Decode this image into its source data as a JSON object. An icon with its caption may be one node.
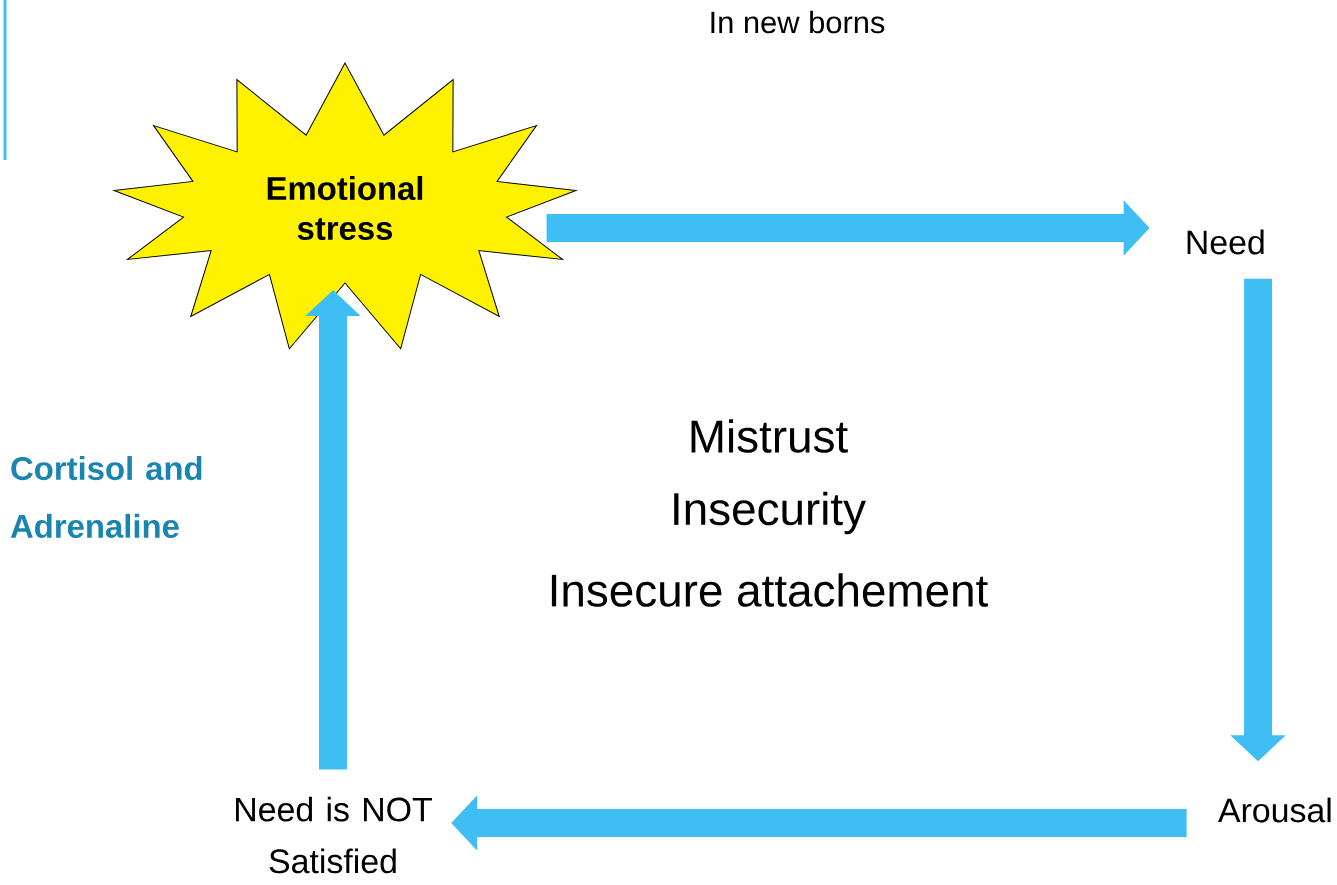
{
  "diagram": {
    "title": "In new borns",
    "nodes": [
      {
        "text": [
          "Emotional stress"
        ]
      },
      {
        "text": [
          "Need"
        ]
      },
      {
        "text": [
          "Arousal"
        ]
      },
      {
        "text": [
          "Need is NOT Satisfied"
        ]
      }
    ],
    "edges": [
      {
        "from": 0,
        "to": 1,
        "arrow": "to"
      },
      {
        "from": 1,
        "to": 2,
        "arrow": "to"
      },
      {
        "from": 2,
        "to": 3,
        "arrow": "to"
      },
      {
        "from": 3,
        "to": 0,
        "arrow": "to",
        "label": "Cortisol and Adrenaline"
      }
    ],
    "labels": [
      "Mistrust",
      "Insecurity",
      "Insecure attachement"
    ]
  }
}
